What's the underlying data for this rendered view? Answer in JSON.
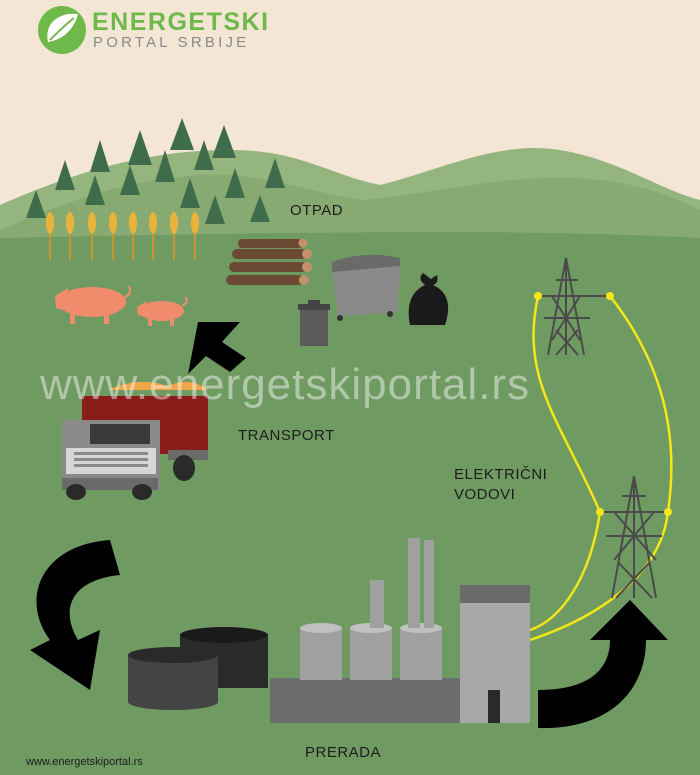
{
  "brand": {
    "name": "ENERGETSKI",
    "subtitle": "PORTAL SRBIJE",
    "logo_icon": "leaf-globe-icon",
    "accent": "#6fb84a"
  },
  "labels": {
    "otpad": "OTPAD",
    "transport": "TRANSPORT",
    "vodovi_line1": "ELEKTRIČNI",
    "vodovi_line2": "VODOVI",
    "prerada": "PRERADA"
  },
  "watermark": "www.energetskiportal.rs",
  "footer_url": "www.energetskiportal.rs",
  "colors": {
    "sky": "#f3e6d4",
    "hill_light": "#8aab74",
    "ground": "#6f9a62",
    "pig": "#f08c6c",
    "truck_box": "#8a1d1a",
    "power_line": "#f5e617",
    "arrow": "#000000"
  }
}
